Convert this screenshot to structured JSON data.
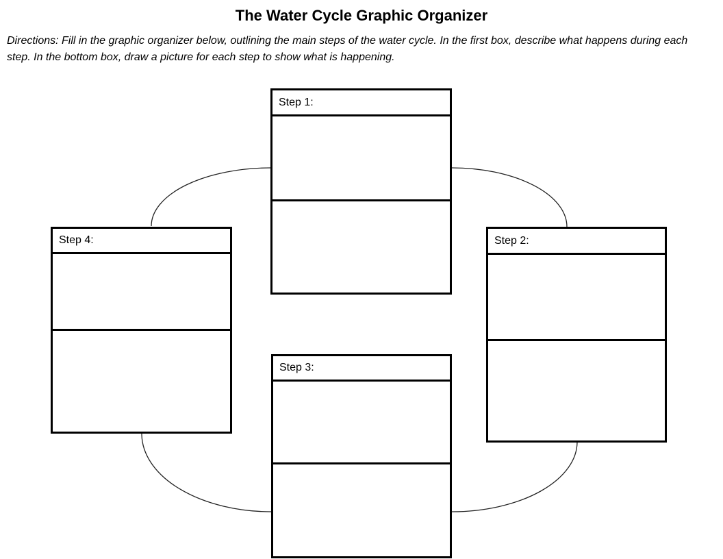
{
  "page": {
    "title": "The Water Cycle Graphic Organizer",
    "directions": "Directions: Fill in the graphic organizer below, outlining the main steps of the water cycle. In the first box, describe what happens during each step. In the bottom box, draw a picture for each step to show what is happening."
  },
  "steps": [
    {
      "label": "Step 1:",
      "description": "",
      "drawing": ""
    },
    {
      "label": "Step 2:",
      "description": "",
      "drawing": ""
    },
    {
      "label": "Step 3:",
      "description": "",
      "drawing": ""
    },
    {
      "label": "Step 4:",
      "description": "",
      "drawing": ""
    }
  ],
  "colors": {
    "background": "#ffffff",
    "text": "#000000",
    "box_border": "#000000",
    "connector": "#222222"
  }
}
